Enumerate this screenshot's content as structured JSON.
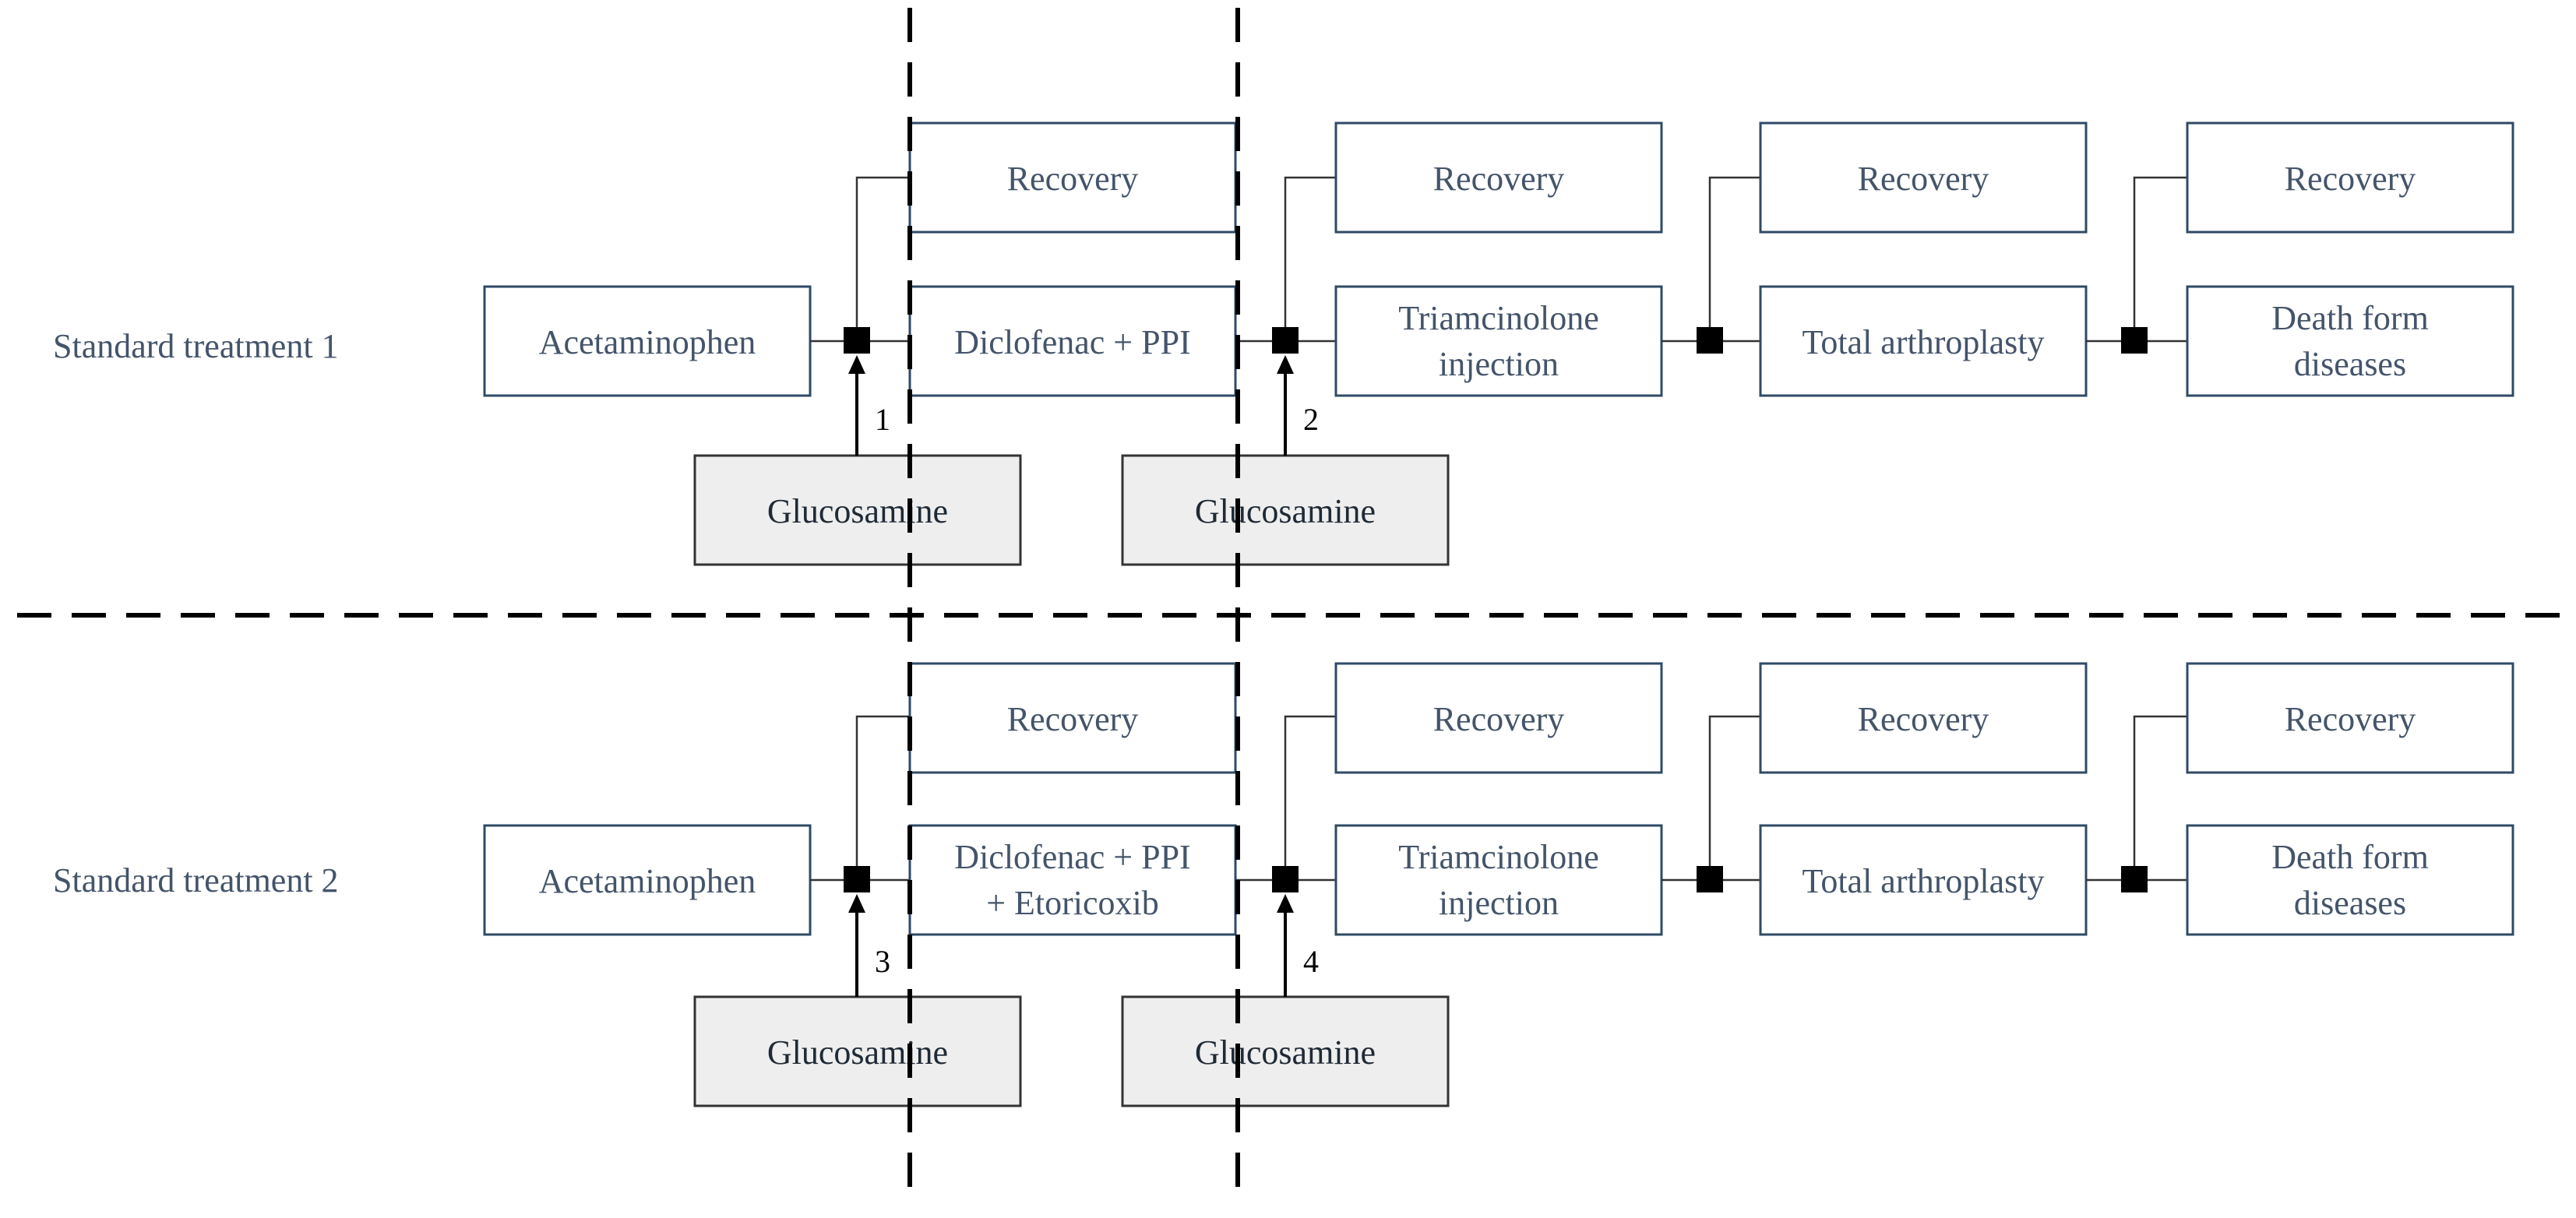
{
  "rows": [
    {
      "label": "Standard treatment 1",
      "first": "Acetaminophen",
      "step1_recovery": "Recovery",
      "step1": [
        "Diclofenac + PPI"
      ],
      "step2_recovery": "Recovery",
      "step2": [
        "Triamcinolone",
        "injection"
      ],
      "step3_recovery": "Recovery",
      "step3": [
        "Total arthroplasty"
      ],
      "step4_recovery": "Recovery",
      "step4": [
        "Death form",
        "diseases"
      ],
      "glucosamine_a": "Glucosamine",
      "glucosamine_b": "Glucosamine",
      "marker_a": "1",
      "marker_b": "2"
    },
    {
      "label": "Standard treatment 2",
      "first": "Acetaminophen",
      "step1_recovery": "Recovery",
      "step1": [
        "Diclofenac + PPI",
        "+ Etoricoxib"
      ],
      "step2_recovery": "Recovery",
      "step2": [
        "Triamcinolone",
        "injection"
      ],
      "step3_recovery": "Recovery",
      "step3": [
        "Total arthroplasty"
      ],
      "step4_recovery": "Recovery",
      "step4": [
        "Death form",
        "diseases"
      ],
      "glucosamine_a": "Glucosamine",
      "glucosamine_b": "Glucosamine",
      "marker_a": "3",
      "marker_b": "4"
    }
  ]
}
